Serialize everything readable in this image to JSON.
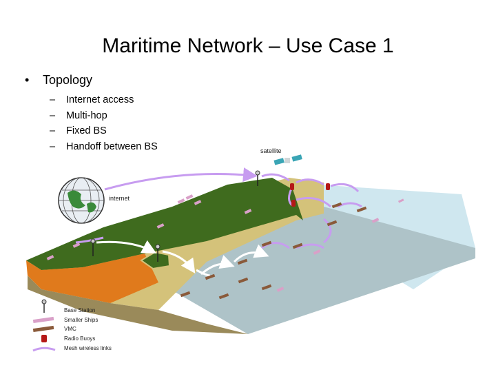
{
  "title": "Maritime Network – Use Case 1",
  "bullet": "Topology",
  "sub_bullets": [
    "Internet access",
    "Multi-hop",
    "Fixed BS",
    "Handoff between BS"
  ],
  "diagram": {
    "satellite_label": "satellite",
    "internet_label": "internet",
    "legend": [
      {
        "label": "Base Station",
        "icon": "base-station-icon"
      },
      {
        "label": "Smaller Ships",
        "icon": "small-ship-icon"
      },
      {
        "label": "VMC",
        "icon": "vmc-icon"
      },
      {
        "label": "Radio Buoys",
        "icon": "radio-buoy-icon"
      },
      {
        "label": "Mesh wireless links",
        "icon": "mesh-link-icon"
      }
    ],
    "colors": {
      "land": "#3f6b1e",
      "beach": "#d4c27a",
      "shallow_water": "#aec3c8",
      "deep_water": "#cfe7ef",
      "cliff": "#e07a1c",
      "mesh_link": "#c79cf0",
      "wireless_link": "#ffffff",
      "buoy": "#b41818"
    }
  }
}
